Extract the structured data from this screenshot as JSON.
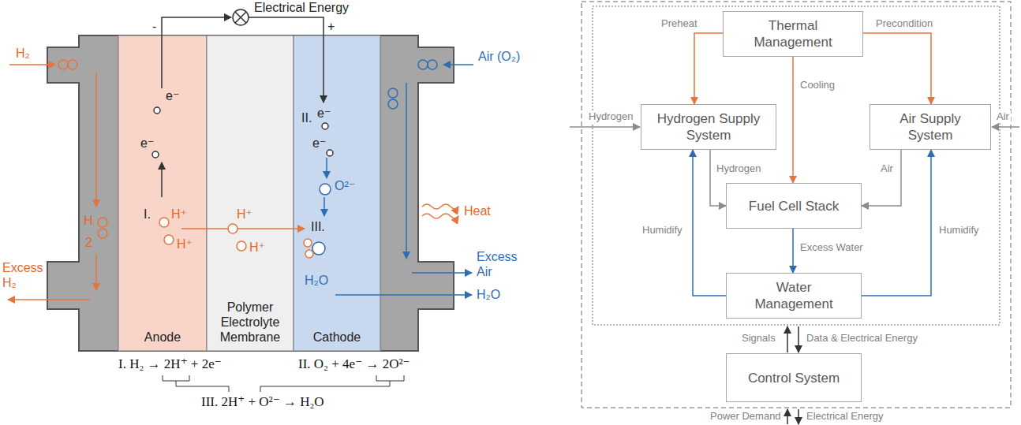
{
  "diagram": {
    "nodes": [
      {
        "text": [
          "Anode"
        ]
      },
      {
        "text": [
          "Polymer Electrolyte Membrane"
        ]
      },
      {
        "text": [
          "Cathode"
        ]
      },
      {
        "text": [
          "Thermal Management"
        ]
      },
      {
        "text": [
          "Hydrogen Supply System"
        ]
      },
      {
        "text": [
          "Air Supply System"
        ]
      },
      {
        "text": [
          "Fuel Cell Stack"
        ]
      },
      {
        "text": [
          "Water Management"
        ]
      },
      {
        "text": [
          "Control System"
        ]
      }
    ],
    "edges": [
      {
        "from": 3,
        "to": 4,
        "arrow": "to",
        "label": "Preheat"
      },
      {
        "from": 3,
        "to": 5,
        "arrow": "to",
        "label": "Precondition"
      },
      {
        "from": 3,
        "to": 6,
        "arrow": "to",
        "label": "Cooling"
      },
      {
        "from": 4,
        "to": 6,
        "arrow": "to",
        "label": "Hydrogen"
      },
      {
        "from": 5,
        "to": 6,
        "arrow": "to",
        "label": "Air"
      },
      {
        "from": 6,
        "to": 7,
        "arrow": "to",
        "label": "Excess Water"
      },
      {
        "from": 7,
        "to": 4,
        "arrow": "to",
        "label": "Humidify"
      },
      {
        "from": 7,
        "to": 5,
        "arrow": "to",
        "label": "Humidify"
      }
    ],
    "labels": [
      "-",
      "Electrical Energy",
      "+",
      "H₂",
      "Air (O₂)",
      "e⁻",
      "II.",
      "e⁻",
      "e⁻",
      "e⁻",
      "O²⁻",
      "I.",
      "H⁺",
      "H⁺",
      "Heat",
      "III.",
      "H",
      "H⁺",
      "2",
      "H⁺",
      "Excess H₂",
      "Excess Air",
      "H₂O",
      "H₂O",
      "I. H₂ → 2H⁺ + 2e⁻",
      "II. O₂ + 4e⁻ → 2O²⁻",
      "III. 2H⁺ + O²⁻ → H₂O",
      "Hydrogen",
      "Air",
      "Signals",
      "Data & Electrical Energy",
      "Power Demand",
      "Electrical Energy"
    ]
  }
}
